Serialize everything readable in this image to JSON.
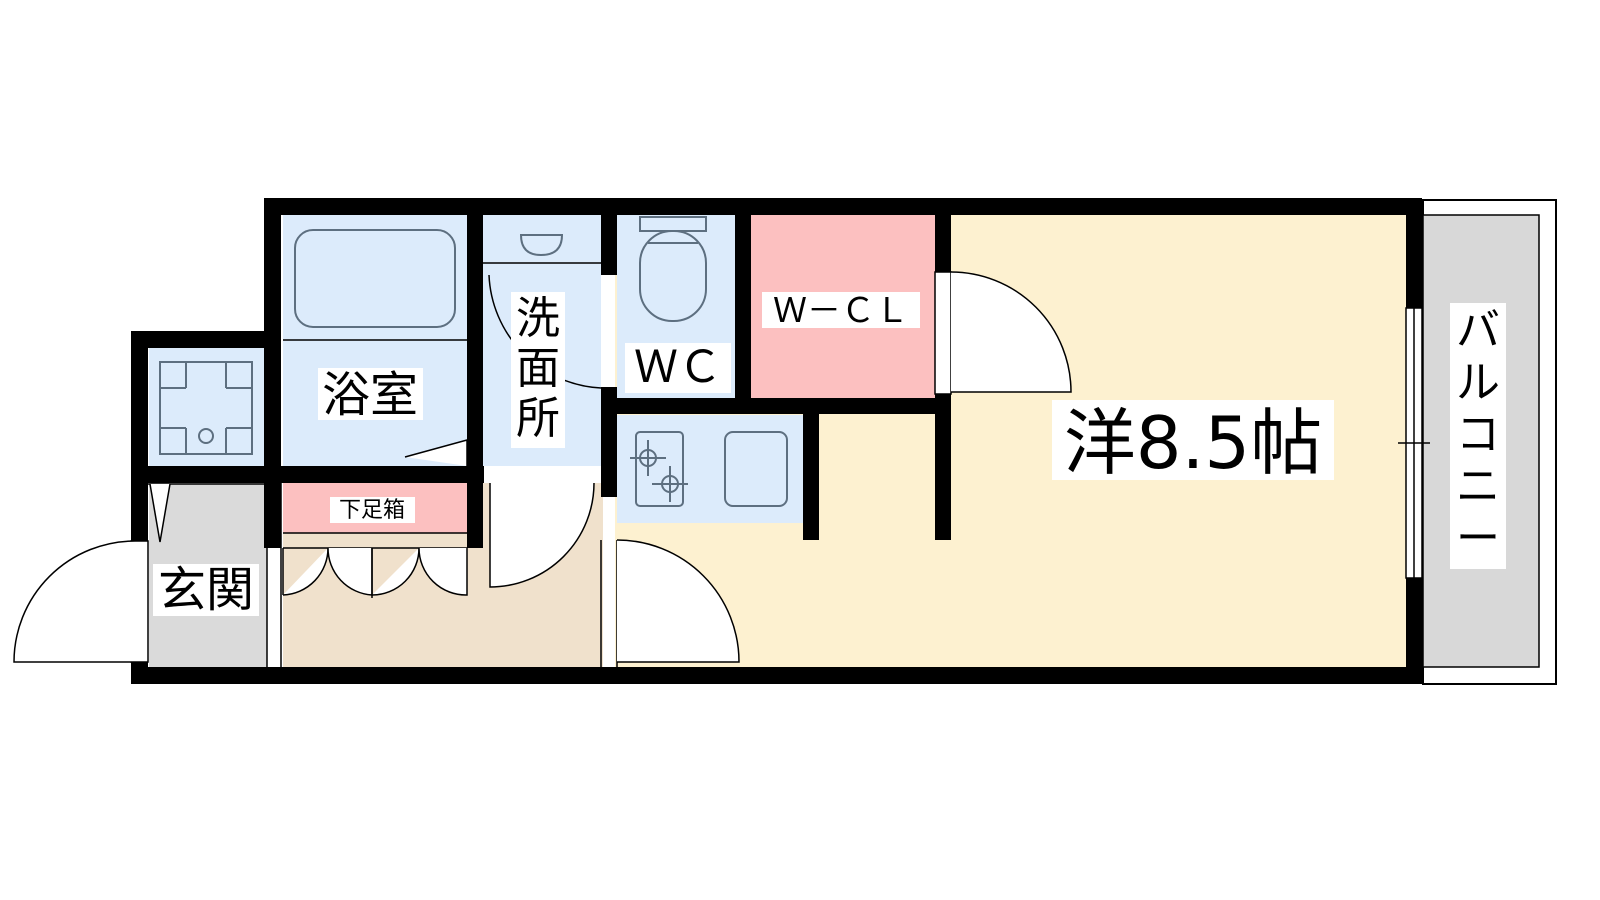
{
  "rooms": {
    "entrance": "玄関",
    "bath": "浴室",
    "washroom": "洗\n面\n所",
    "toilet": "ＷＣ",
    "closet": "Ｗ－ＣＬ",
    "shoe_box": "下足箱",
    "western_room": "洋8.5帖",
    "balcony": "バ\nル\nコ\nニ\nー"
  },
  "colors": {
    "wall": "#000000",
    "western_room": "#fdf1d0",
    "hallway": "#f0e1cc",
    "wet_area": "#dcebfb",
    "closet": "#fcc0c0",
    "shoe_box": "#fcc0c0",
    "entrance": "#dadada",
    "balcony": "#d8d8d8",
    "fixture_fill": "#dcebfb",
    "fixture_line": "#5d6f80"
  }
}
